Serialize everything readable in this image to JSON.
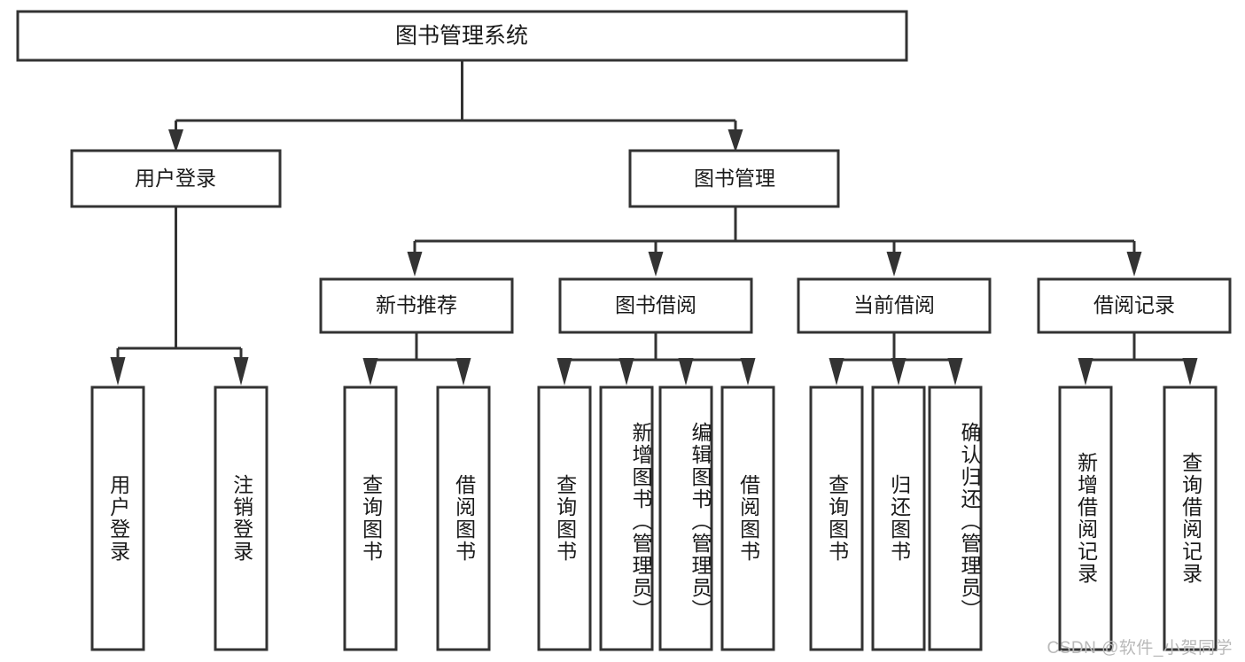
{
  "diagram": {
    "title": "图书管理系统",
    "watermark": "CSDN @软件_小贺同学",
    "colors": {
      "stroke": "#333333",
      "fill": "#ffffff",
      "text": "#1a1a1a",
      "watermark": "#b9b9b9",
      "background": "#ffffff"
    },
    "root": {
      "label": "图书管理系统"
    },
    "level2": [
      {
        "label": "用户登录"
      },
      {
        "label": "图书管理"
      }
    ],
    "level3": [
      {
        "label": "新书推荐"
      },
      {
        "label": "图书借阅"
      },
      {
        "label": "当前借阅"
      },
      {
        "label": "借阅记录"
      }
    ],
    "leaves": {
      "user_login": [
        {
          "label": "用户登录"
        },
        {
          "label": "注销登录"
        }
      ],
      "new_book_recommend": [
        {
          "label": "查询图书"
        },
        {
          "label": "借阅图书"
        }
      ],
      "book_borrow": [
        {
          "label": "查询图书"
        },
        {
          "label": "新增图书（管理员）"
        },
        {
          "label": "编辑图书（管理员）"
        },
        {
          "label": "借阅图书"
        }
      ],
      "current_borrow": [
        {
          "label": "查询图书"
        },
        {
          "label": "归还图书"
        },
        {
          "label": "确认归还（管理员）"
        }
      ],
      "borrow_record": [
        {
          "label": "新增借阅记录"
        },
        {
          "label": "查询借阅记录"
        }
      ]
    }
  }
}
